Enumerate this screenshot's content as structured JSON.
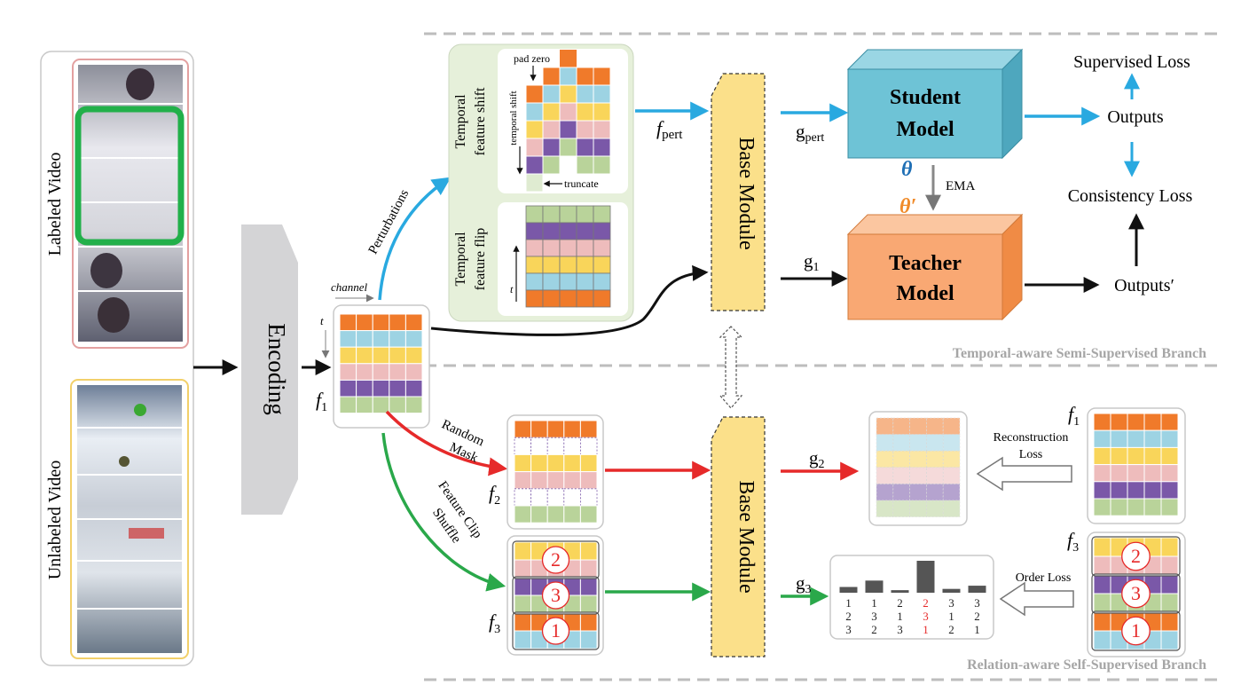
{
  "colors": {
    "orange": "#f07a2a",
    "blue": "#9dd3e3",
    "yellow": "#f9d55a",
    "pink": "#eebcbc",
    "purple": "#7a58a8",
    "green": "#b9d39a",
    "arrow_blue": "#29a9e0",
    "arrow_red": "#e62a2a",
    "arrow_green": "#2aa84a",
    "base_module": "#fbe08a",
    "student": "#6ec3d6",
    "teacher": "#f9a873",
    "panel_green": "#e6f0da"
  },
  "inputs": {
    "labeled": "Labeled Video",
    "unlabeled": "Unlabeled Video"
  },
  "encoding": "Encoding",
  "feature": {
    "channel": "channel",
    "t": "t",
    "f1": "f",
    "f1_sub": "1"
  },
  "perturbations": {
    "arrow_label": "Perturbations",
    "shift_title_1": "Temporal",
    "shift_title_2": "feature shift",
    "flip_title_1": "Temporal",
    "flip_title_2": "feature flip",
    "pad_zero": "pad zero",
    "temporal_shift": "temporal shift",
    "truncate": "truncate",
    "t": "t"
  },
  "semi": {
    "f_pert": "f",
    "f_pert_sub": "pert",
    "base_module": "Base Module",
    "g_pert": "g",
    "g_pert_sub": "pert",
    "g1": "g",
    "g1_sub": "1",
    "student_1": "Student",
    "student_2": "Model",
    "teacher_1": "Teacher",
    "teacher_2": "Model",
    "theta": "θ",
    "theta_prime": "θ′",
    "ema": "EMA",
    "supervised_loss": "Supervised Loss",
    "outputs": "Outputs",
    "consistency_loss": "Consistency Loss",
    "outputs_prime": "Outputs′",
    "branch_label": "Temporal-aware Semi-Supervised Branch"
  },
  "self": {
    "random_mask_1": "Random",
    "random_mask_2": "Mask",
    "clip_shuffle_1": "Feature Clip",
    "clip_shuffle_2": "Shuffle",
    "f2": "f",
    "f2_sub": "2",
    "f3": "f",
    "f3_sub": "3",
    "base_module": "Base Module",
    "g2": "g",
    "g2_sub": "2",
    "g3": "g",
    "g3_sub": "3",
    "f1_right": "f",
    "f1_right_sub": "1",
    "f3_right": "f",
    "f3_right_sub": "3",
    "reconstruction_loss_1": "Reconstruction",
    "reconstruction_loss_2": "Loss",
    "order_loss": "Order Loss",
    "clip_numbers": [
      "②",
      "③",
      "①"
    ],
    "order_perms": [
      [
        "1",
        "2",
        "3"
      ],
      [
        "1",
        "3",
        "2"
      ],
      [
        "2",
        "1",
        "3"
      ],
      [
        "2",
        "3",
        "1"
      ],
      [
        "3",
        "1",
        "2"
      ],
      [
        "3",
        "2",
        "1"
      ]
    ],
    "order_values": [
      0.18,
      0.38,
      0.08,
      1.0,
      0.12,
      0.22
    ],
    "highlight_index": 3,
    "branch_label": "Relation-aware Self-Supervised Branch"
  }
}
